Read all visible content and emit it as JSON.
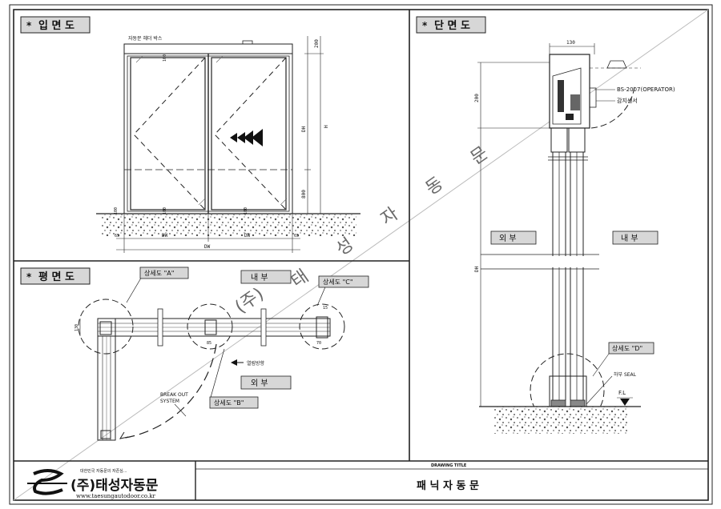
{
  "sections": {
    "elevation": {
      "title": "입 면 도",
      "star": "*"
    },
    "plan": {
      "title": "평 면 도",
      "star": "*"
    },
    "section": {
      "title": "단 면 도",
      "star": "*"
    }
  },
  "elevation": {
    "header_label": "자동문 헤더 박스",
    "dim_top": "200",
    "dim_top_inner": "100",
    "dim_mid": "100",
    "dim_low": "800",
    "dim_h": "DH",
    "dim_h2": "H",
    "dim_bottom_left": "65",
    "dim_bottom_right": "65",
    "dw_label_1": "DW",
    "dw_label_2": "DW",
    "dw_total": "DW"
  },
  "plan": {
    "detail_a": "상세도 \"A\"",
    "detail_b": "상세도 \"B\"",
    "detail_c": "상세도 \"C\"",
    "inside": "내 부",
    "outside": "외 부",
    "open_dir": "열림방향",
    "breakout_1": "BREAK OUT",
    "breakout_2": "SYSTEM",
    "dim_130": "130",
    "dim_15": "15",
    "dim_70": "70",
    "dim_85": "85"
  },
  "section": {
    "dim_130": "130",
    "dim_200": "200",
    "dim_dh": "DH",
    "operator": "BS-2007(OPERATOR)",
    "sensor": "감지센서",
    "outside": "외 부",
    "inside": "내 부",
    "detail_d": "상세도 \"D\"",
    "seal": "하부 SEAL",
    "fl": "F.L"
  },
  "watermark": [
    "(주)",
    "태",
    "성",
    "자",
    "동",
    "문"
  ],
  "title_block": {
    "logo_small": "대한민국 자동문의 자존심...",
    "company": "(주)태성자동문",
    "url": "www.taesungautodoor.co.kr",
    "drawing_title_label": "DRAWING TITLE",
    "drawing_title": "패 닉 자 동 문"
  }
}
